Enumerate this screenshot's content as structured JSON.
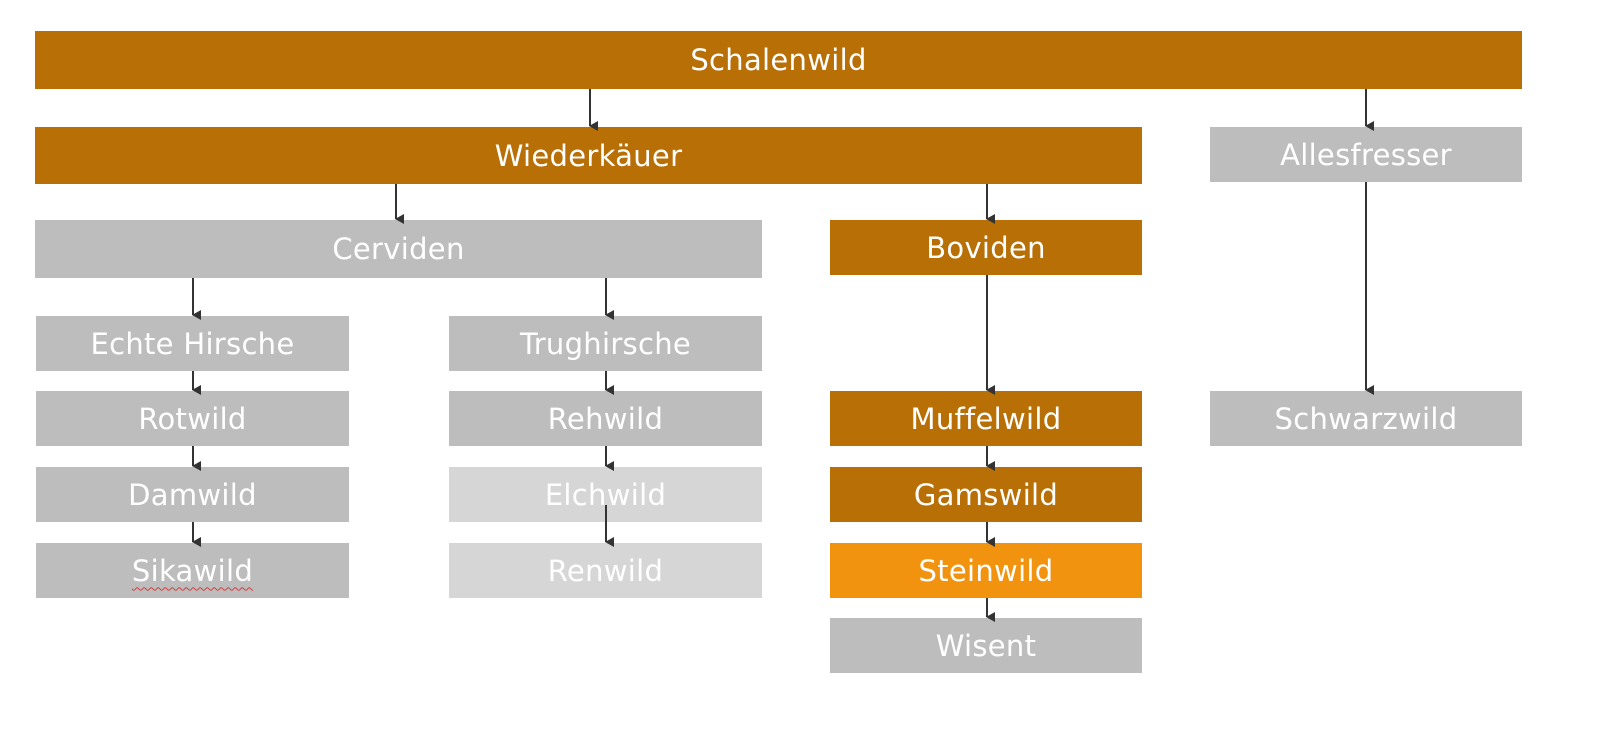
{
  "nodes": {
    "schalenwild": "Schalenwild",
    "wiederkaeuer": "Wiederkäuer",
    "allesfresser": "Allesfresser",
    "cerviden": "Cerviden",
    "boviden": "Boviden",
    "echte_hirsche": "Echte Hirsche",
    "trughirsche": "Trughirsche",
    "rotwild": "Rotwild",
    "damwild": "Damwild",
    "sikawild": "Sikawild",
    "rehwild": "Rehwild",
    "elchwild": "Elchwild",
    "renwild": "Renwild",
    "muffelwild": "Muffelwild",
    "gamswild": "Gamswild",
    "steinwild": "Steinwild",
    "wisent": "Wisent",
    "schwarzwild": "Schwarzwild"
  },
  "colors": {
    "brown": "#b86f06",
    "orange": "#f2930f",
    "gray": "#bdbdbd",
    "light_gray": "#d6d6d6",
    "arrow": "#333333"
  }
}
